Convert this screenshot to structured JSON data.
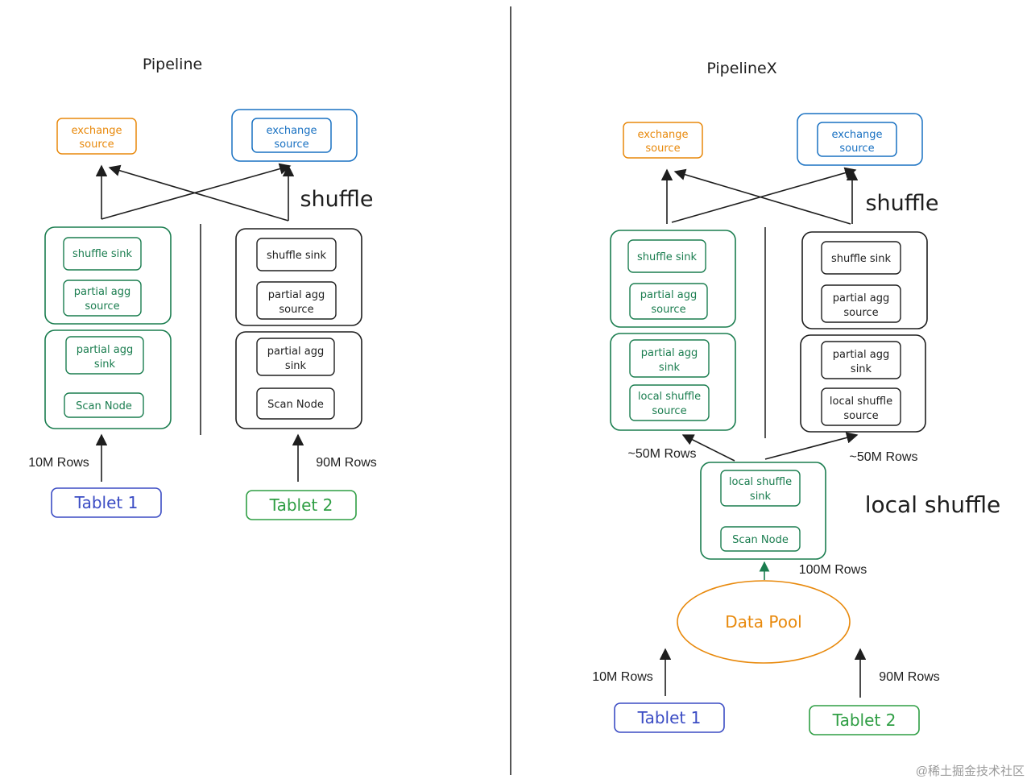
{
  "colors": {
    "green": "#1a7d4f",
    "black": "#1e1e1e",
    "orange": "#e8890c",
    "blue": "#1971c2",
    "indigo": "#3b4cc4",
    "tablet2_green": "#2f9e44",
    "watermark": "#9a9a9a"
  },
  "left": {
    "title": "Pipeline",
    "exchange_source_a": [
      "exchange",
      "source"
    ],
    "exchange_source_b": [
      "exchange",
      "source"
    ],
    "shuffle_label": "shuffle",
    "shuffle_sink_a": "shuffle sink",
    "partial_agg_source_a": [
      "partial agg",
      "source"
    ],
    "partial_agg_sink_a": [
      "partial agg",
      "sink"
    ],
    "scan_node_a": "Scan Node",
    "shuffle_sink_b": "shuffle sink",
    "partial_agg_source_b": [
      "partial agg",
      "source"
    ],
    "partial_agg_sink_b": [
      "partial agg",
      "sink"
    ],
    "scan_node_b": "Scan Node",
    "rows_a": "10M Rows",
    "rows_b": "90M Rows",
    "tablet_a": "Tablet 1",
    "tablet_b": "Tablet 2"
  },
  "right": {
    "title": "PipelineX",
    "exchange_source_a": [
      "exchange",
      "source"
    ],
    "exchange_source_b": [
      "exchange",
      "source"
    ],
    "shuffle_label": "shuffle",
    "shuffle_sink_a": "shuffle sink",
    "partial_agg_source_a": [
      "partial agg",
      "source"
    ],
    "partial_agg_sink_a": [
      "partial agg",
      "sink"
    ],
    "local_shuffle_source_a": [
      "local shuffle",
      "source"
    ],
    "shuffle_sink_b": "shuffle sink",
    "partial_agg_source_b": [
      "partial agg",
      "source"
    ],
    "partial_agg_sink_b": [
      "partial agg",
      "sink"
    ],
    "local_shuffle_source_b": [
      "local shuffle",
      "source"
    ],
    "rows_split_a": "~50M Rows",
    "rows_split_b": "~50M Rows",
    "local_shuffle_sink": [
      "local shuffle",
      "sink"
    ],
    "scan_node": "Scan Node",
    "local_shuffle_label": "local shuffle",
    "rows_total": "100M Rows",
    "data_pool": "Data Pool",
    "rows_a": "10M Rows",
    "rows_b": "90M Rows",
    "tablet_a": "Tablet 1",
    "tablet_b": "Tablet 2"
  },
  "watermark": "@稀土掘金技术社区"
}
